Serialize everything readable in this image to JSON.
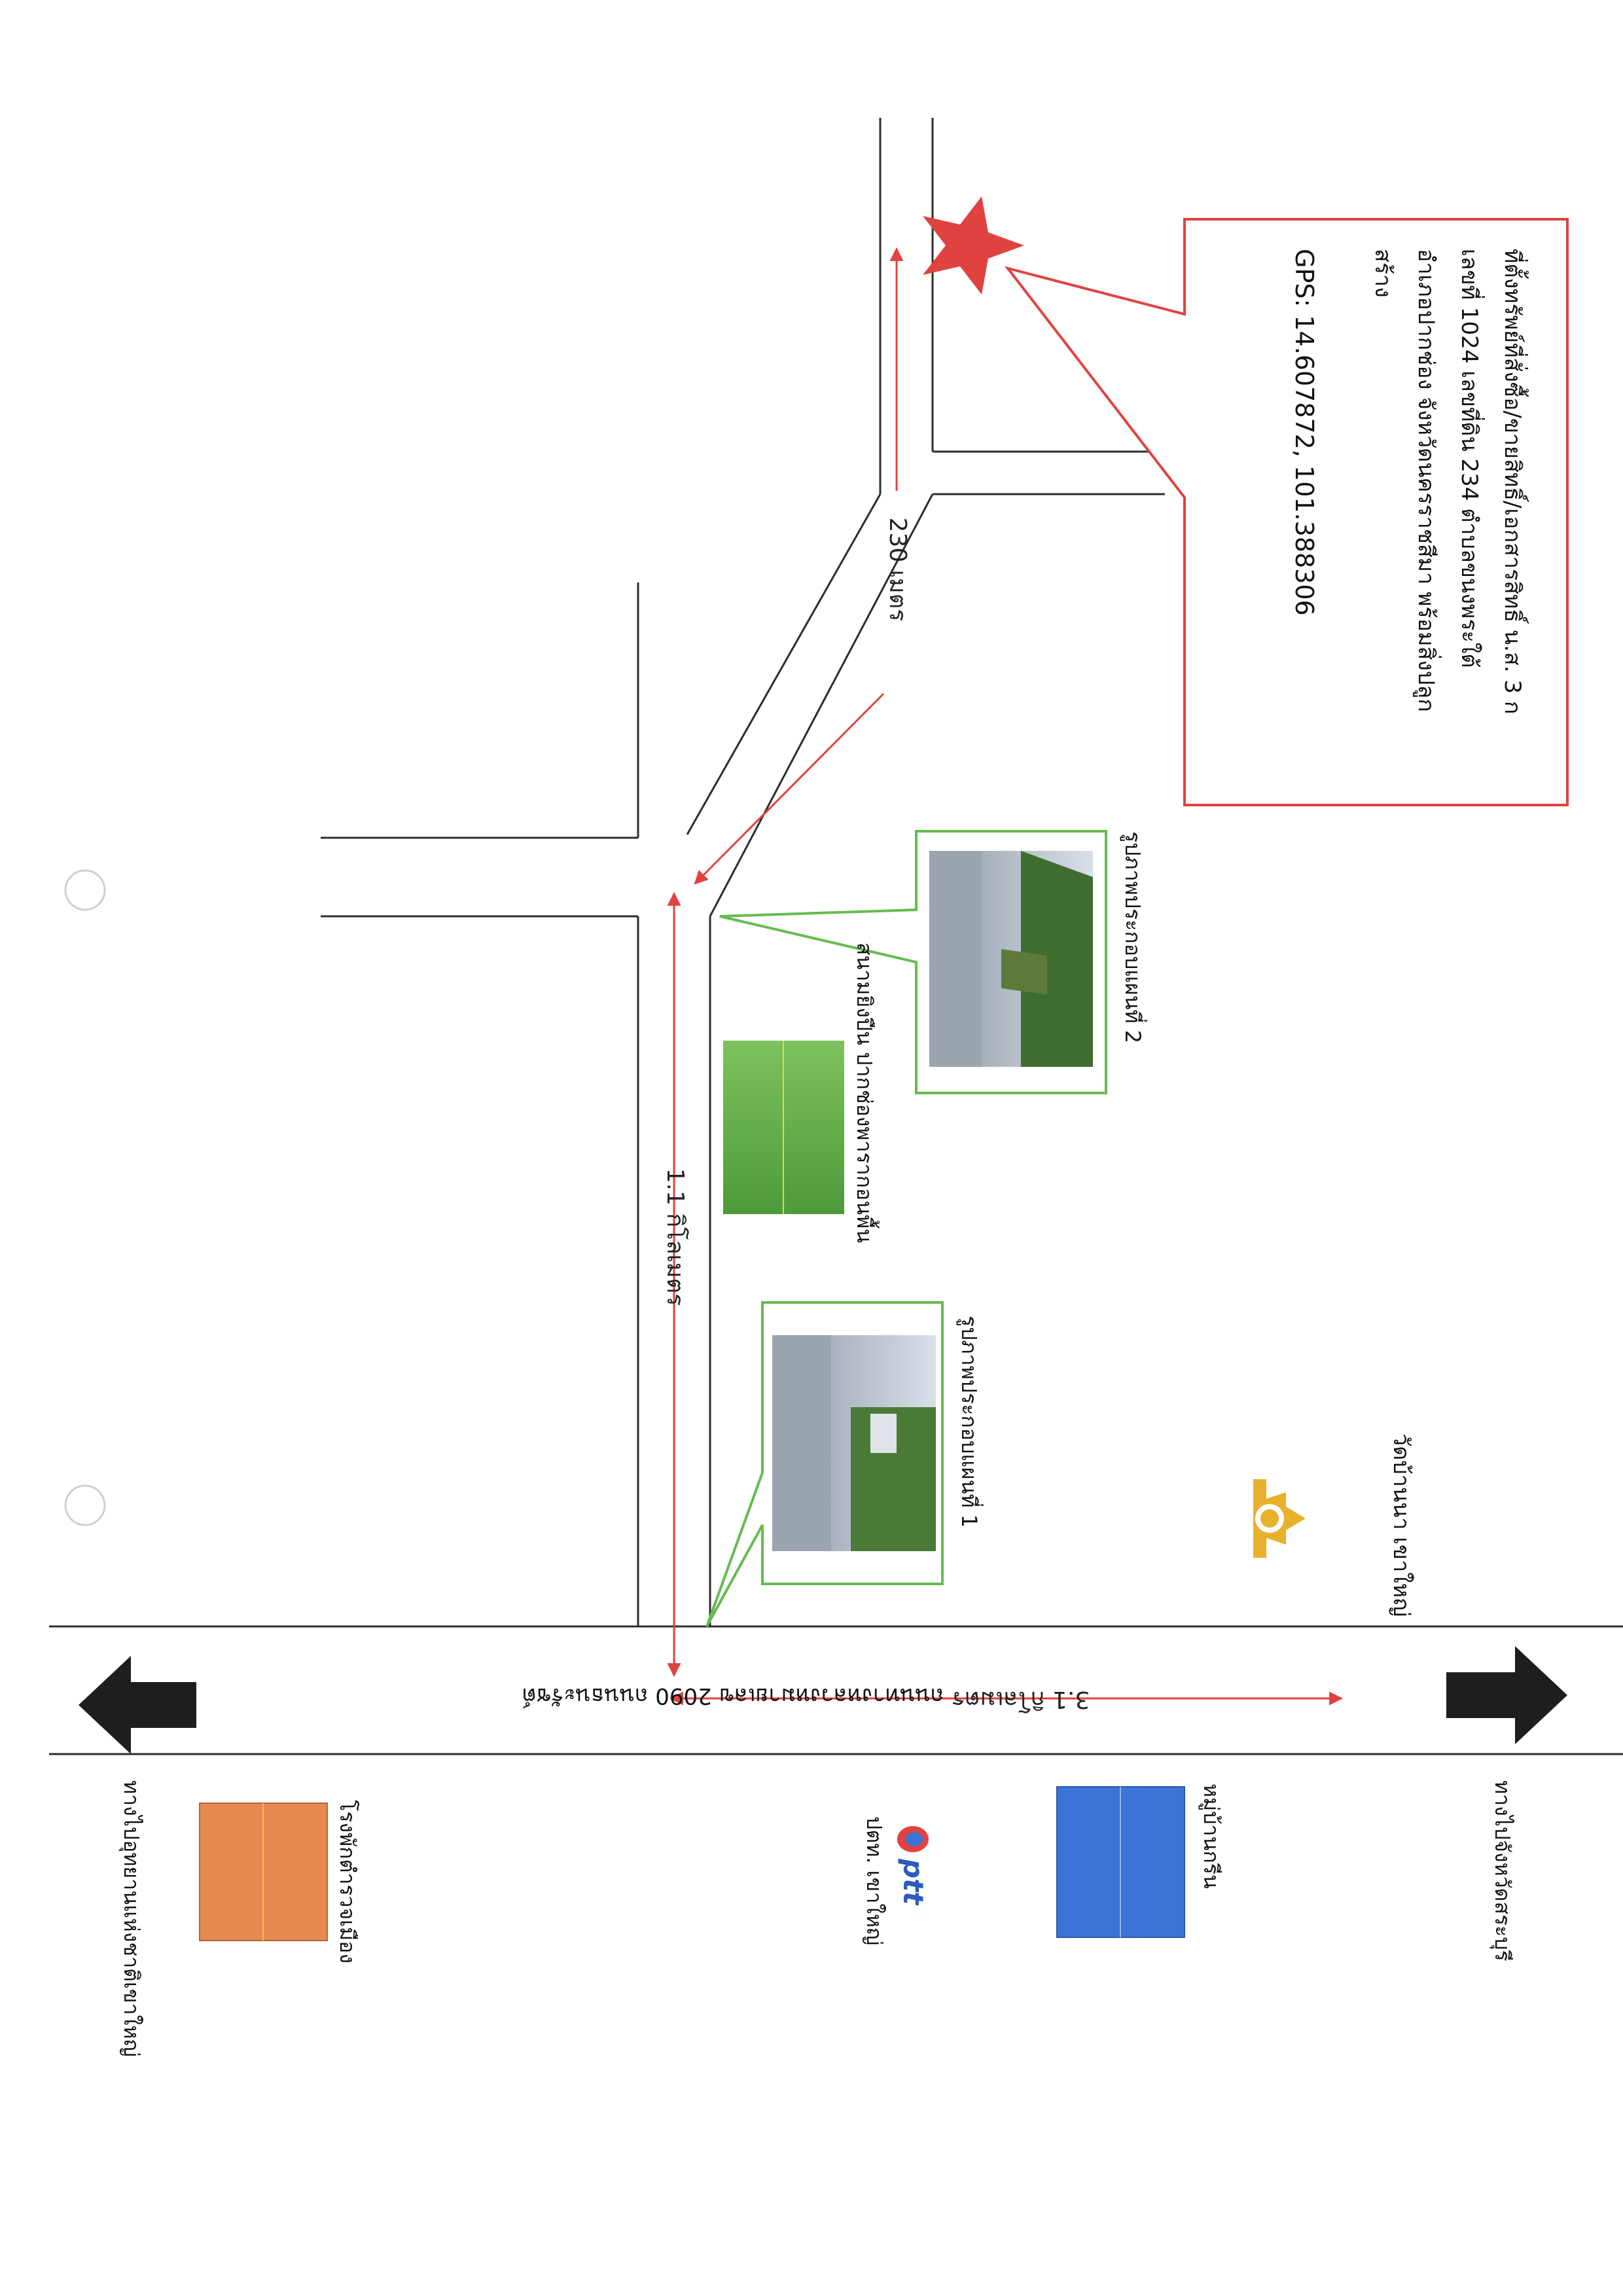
{
  "property": {
    "callout_lines": [
      "ที่ตั้งทรัพย์ที่สั่งซื้อ/ขายสิทธิ์/เอกสารสิทธิ์ น.ส. 3 ก",
      "เลขที่ 1024 เลขที่ดิน 234 ตำบลขนงพระใต้",
      "อำเภอปากช่อง จังหวัดนครราชสีมา พร้อมสิ่งปลูก",
      "สร้าง"
    ],
    "gps": "GPS: 14.607872, 101.388306"
  },
  "distances": {
    "d1": "230 เมตร",
    "d2": "1.1 กิโลเมตร",
    "d3": "3.1 กิโลเมตร"
  },
  "photos": {
    "photo1_caption": "รูปภาพประกอบแผนที่ 1",
    "photo2_caption": "รูปภาพประกอบแผนที่ 2"
  },
  "landmarks": {
    "golf": "สนามยิงปืน ปากช่องพารากอนพื้น",
    "temple": "วัดบ้านนา เขาใหญ่",
    "highway": "ถนนทางหลวงหมายเลข 2090 ถนนธนะรัชต์",
    "hotel": "โรงพักตำรวจเมือง",
    "ptt_name": "ปตท. เขาใหญ่",
    "ptt_logo": "ptt",
    "village": "หมู่บ้านกรีน"
  },
  "directions": {
    "left": "ทางไปอุทยานแห่งชาติเขาใหญ่",
    "right": "ทางไปจังหวัดสระบุรี"
  },
  "colors": {
    "red": "#e0433f",
    "green": "#66bb50",
    "blue": "#3b74d6",
    "orange": "#e48a50",
    "gold": "#e7b12c",
    "road": "#2d2d2d"
  }
}
